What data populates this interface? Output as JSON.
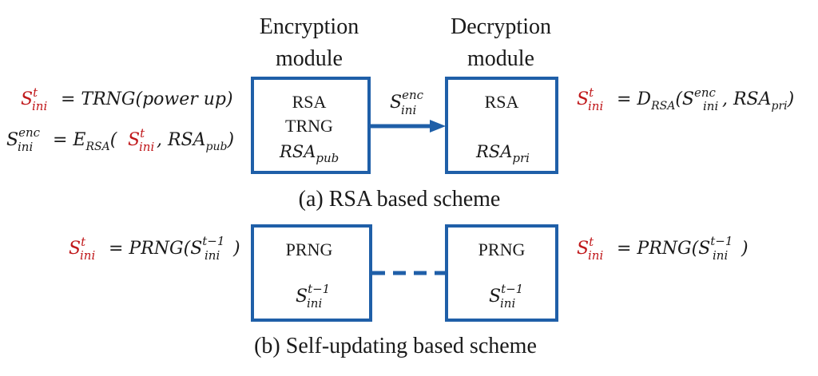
{
  "colors": {
    "box_stroke": "#1f5fa8",
    "text": "#1a1a1a",
    "highlight": "#c0181b"
  },
  "section_a": {
    "enc_header": [
      "Encryption",
      "module"
    ],
    "dec_header": [
      "Decryption",
      "module"
    ],
    "enc_box": {
      "line1": "RSA",
      "line2": "TRNG",
      "line3": {
        "base": "RSA",
        "sub": "pub"
      }
    },
    "dec_box": {
      "line1": "RSA",
      "line3": {
        "base": "RSA",
        "sub": "pri"
      }
    },
    "arrow_label": {
      "base": "S",
      "sup": "enc",
      "sub": "ini"
    },
    "left_eq1": {
      "lhs": {
        "base": "S",
        "sup": "t",
        "sub": "ini"
      },
      "rhs": "= TRNG(power up)"
    },
    "left_eq2": {
      "lhs": {
        "base": "S",
        "sup": "enc",
        "sub": "ini"
      },
      "eq": "= E",
      "eq_sub": "RSA",
      "open": "(",
      "arg1": {
        "base": "S",
        "sup": "t",
        "sub": "ini"
      },
      "sep": ", RSA",
      "arg2_sub": "pub",
      "close": ")"
    },
    "right_eq": {
      "lhs": {
        "base": "S",
        "sup": "t",
        "sub": "ini"
      },
      "eq": "= D",
      "eq_sub": "RSA",
      "open": "(",
      "arg1": {
        "base": "S",
        "sup": "enc",
        "sub": "ini"
      },
      "sep": ", RSA",
      "arg2_sub": "pri",
      "close": ")"
    },
    "caption": "(a) RSA based scheme"
  },
  "section_b": {
    "left_box": {
      "line1": "PRNG",
      "line2": {
        "base": "S",
        "sup": "t−1",
        "sub": "ini"
      }
    },
    "right_box": {
      "line1": "PRNG",
      "line2": {
        "base": "S",
        "sup": "t−1",
        "sub": "ini"
      }
    },
    "left_eq": {
      "lhs": {
        "base": "S",
        "sup": "t",
        "sub": "ini"
      },
      "eq": "= PRNG(",
      "arg": {
        "base": "S",
        "sup": "t−1",
        "sub": "ini"
      },
      "close": ")"
    },
    "right_eq": {
      "lhs": {
        "base": "S",
        "sup": "t",
        "sub": "ini"
      },
      "eq": "= PRNG(",
      "arg": {
        "base": "S",
        "sup": "t−1",
        "sub": "ini"
      },
      "close": ")"
    },
    "caption": "(b) Self-updating based scheme"
  }
}
